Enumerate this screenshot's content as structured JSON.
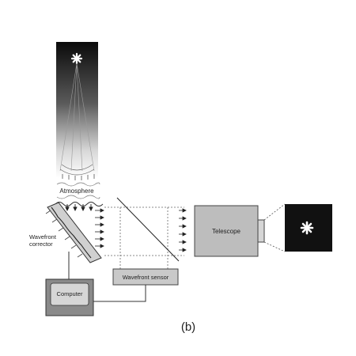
{
  "labels": {
    "atmosphere": "Atmosphere",
    "wavefront_corrector_line1": "Wavefront",
    "wavefront_corrector_line2": "corrector",
    "telescope": "Telescope",
    "wavefront_sensor": "Wavefront sensor",
    "computer": "Computer",
    "caption": "(b)"
  },
  "icons": {
    "source_star": "star-icon",
    "image_star": "star-icon"
  },
  "colors": {
    "sky_top": "#0a0a0a",
    "sky_bottom": "#ffffff",
    "telescope_fill": "#bdbdbd",
    "sensor_fill": "#c9c9c9",
    "computer_body": "#8a8a8a",
    "computer_screen": "#d6d6d6",
    "image_panel": "#111111"
  }
}
